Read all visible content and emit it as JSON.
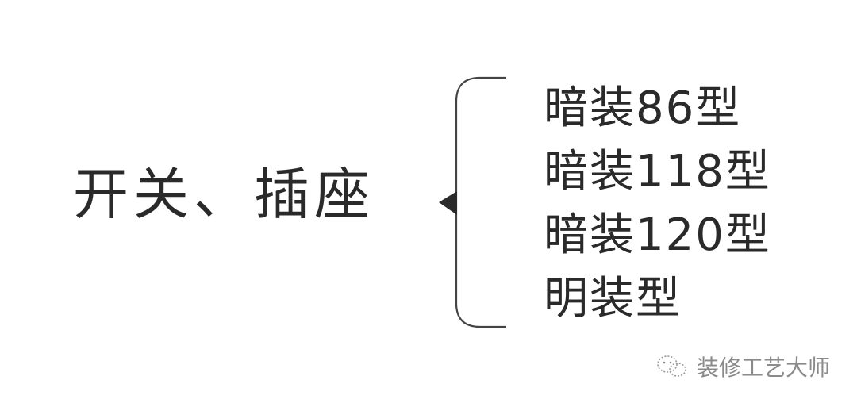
{
  "diagram": {
    "type": "brace-tree",
    "root": {
      "label": "开关、插座"
    },
    "children": [
      {
        "label": "暗装86型"
      },
      {
        "label": "暗装118型"
      },
      {
        "label": "暗装120型"
      },
      {
        "label": "明装型"
      }
    ]
  },
  "watermark": {
    "icon": "wechat-icon",
    "text": "装修工艺大师"
  },
  "colors": {
    "text": "#2a2a2a",
    "line": "#444444",
    "watermark": "#8a8a8a",
    "background": "#ffffff"
  }
}
